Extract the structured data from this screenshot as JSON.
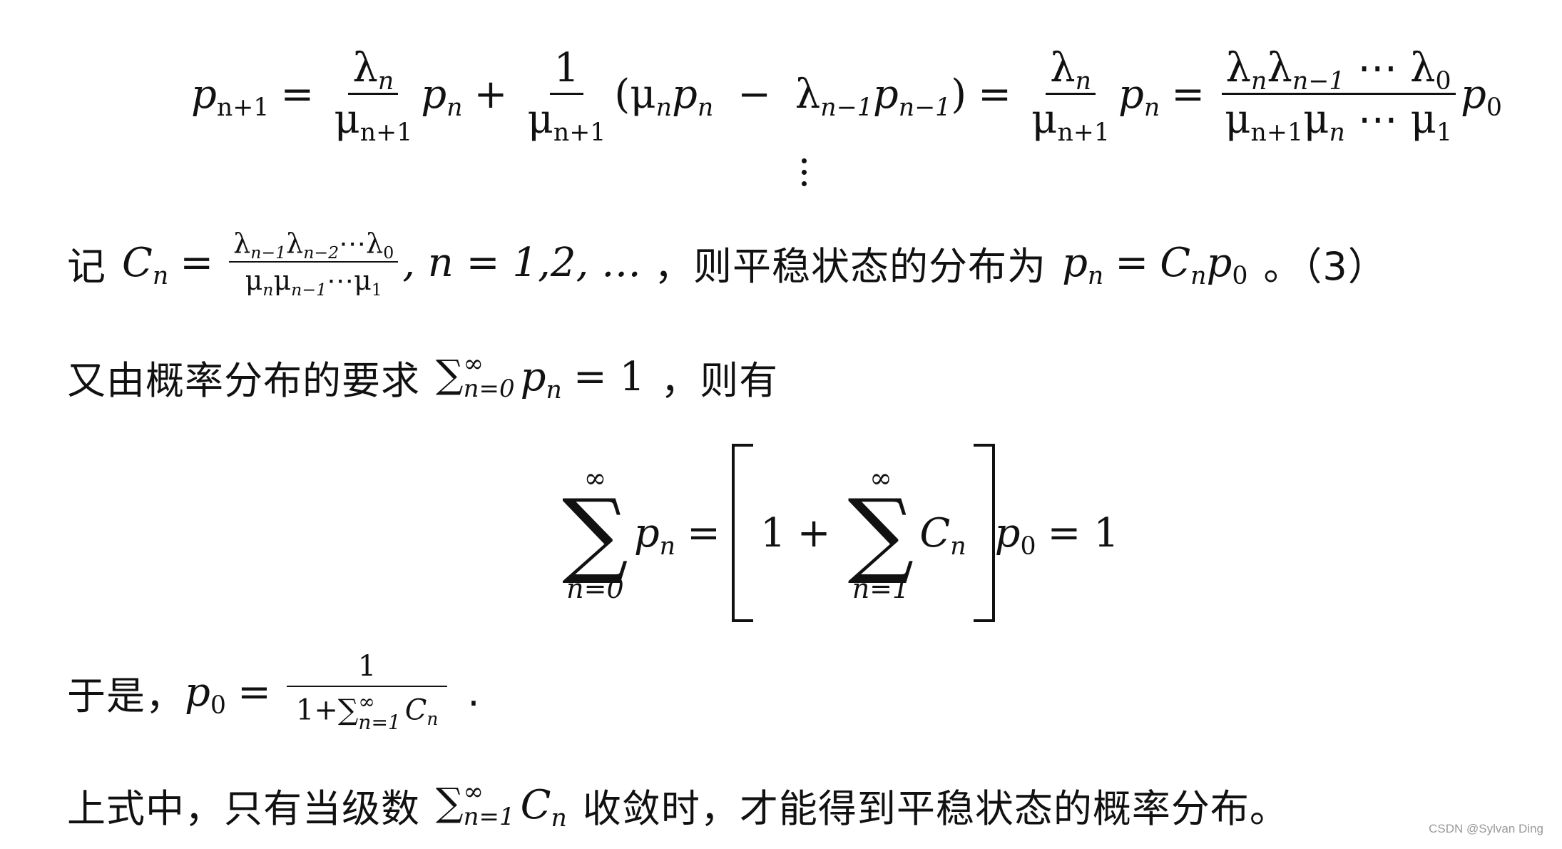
{
  "eq1": {
    "lhs_p": "p",
    "lhs_sub": "n+1",
    "eq": "=",
    "f1_num": "λ",
    "f1_num_sub": "n",
    "f1_den": "μ",
    "f1_den_sub": "n+1",
    "p": "p",
    "p_sub": "n",
    "plus": "+",
    "f2_num": "1",
    "f2_den": "μ",
    "f2_den_sub": "n+1",
    "paren_content": "(μ",
    "paren_mu_sub": "n",
    "paren_p": "p",
    "paren_p_sub": "n",
    "minus": "−",
    "paren_lambda": "λ",
    "paren_lambda_sub": "n−1",
    "paren_p2": "p",
    "paren_p2_sub": "n−1",
    "paren_close": ")",
    "eq2": "=",
    "f3_num": "λ",
    "f3_num_sub": "n",
    "f3_den": "μ",
    "f3_den_sub": "n+1",
    "p3": "p",
    "p3_sub": "n",
    "eq3": "=",
    "f4_num": "λ",
    "f4_num_sub1": "n",
    "f4_num2": "λ",
    "f4_num_sub2": "n−1",
    "f4_num_dots": "⋯",
    "f4_num3": "λ",
    "f4_num_sub3": "0",
    "f4_den": "μ",
    "f4_den_sub1": "n+1",
    "f4_den2": "μ",
    "f4_den_sub2": "n",
    "f4_den_dots": "⋯",
    "f4_den3": "μ",
    "f4_den_sub3": "1",
    "p4": "p",
    "p4_sub": "0"
  },
  "line2": {
    "label": "记",
    "C": "C",
    "C_sub": "n",
    "eq": "=",
    "num": "λ",
    "num_sub1": "n−1",
    "num2": "λ",
    "num_sub2": "n−2",
    "num_dots": "⋯",
    "num3": "λ",
    "num_sub3": "0",
    "den": "μ",
    "den_sub1": "n",
    "den2": "μ",
    "den_sub2": "n−1",
    "den_dots": "⋯",
    "den3": "μ",
    "den_sub3": "1",
    "n_range": ", n = 1,2, …",
    "text": "，则平稳状态的分布为",
    "p": "p",
    "p_sub": "n",
    "eq2": "=",
    "C2": "C",
    "C2_sub": "n",
    "p2": "p",
    "p2_sub": "0",
    "tail": "。（3）"
  },
  "line3": {
    "text": "又由概率分布的要求",
    "sum": "∑",
    "sum_sup": "∞",
    "sum_sub": "n=0",
    "p": "p",
    "p_sub": "n",
    "eq": "= 1",
    "tail": "，则有"
  },
  "eq4": {
    "sum1_top": "∞",
    "sum1": "∑",
    "sum1_bottom": "n=0",
    "p": "p",
    "p_sub": "n",
    "eq": "=",
    "one": "1",
    "plus": "+",
    "sum2_top": "∞",
    "sum2": "∑",
    "sum2_bottom": "n=1",
    "C": "C",
    "C_sub": "n",
    "p0": "p",
    "p0_sub": "0",
    "eq2": "= 1"
  },
  "line5": {
    "label": "于是，",
    "p": "p",
    "p_sub": "0",
    "eq": "=",
    "num": "1",
    "den": "1+∑",
    "den_sup": "∞",
    "den_sub": "n=1",
    "den_C": "C",
    "den_C_sub": "n",
    "tail": "."
  },
  "line6": {
    "text": "上式中，只有当级数",
    "sum": "∑",
    "sum_sup": "∞",
    "sum_sub": "n=1",
    "C": "C",
    "C_sub": "n",
    "tail": "收敛时，才能得到平稳状态的概率分布。"
  },
  "watermark": "CSDN @Sylvan Ding"
}
